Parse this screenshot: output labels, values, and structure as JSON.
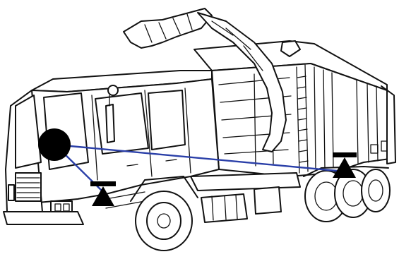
{
  "diagram": {
    "subject": "garbage-truck-line-drawing",
    "colors": {
      "outline": "#111111",
      "background": "#ffffff",
      "sight_line": "#2a3fa8",
      "marker": "#000000"
    },
    "markers": [
      {
        "name": "eye-point",
        "shape": "circle"
      },
      {
        "name": "front-target",
        "shape": "triangle-on-bar"
      },
      {
        "name": "rear-target",
        "shape": "triangle-on-bar"
      }
    ]
  }
}
